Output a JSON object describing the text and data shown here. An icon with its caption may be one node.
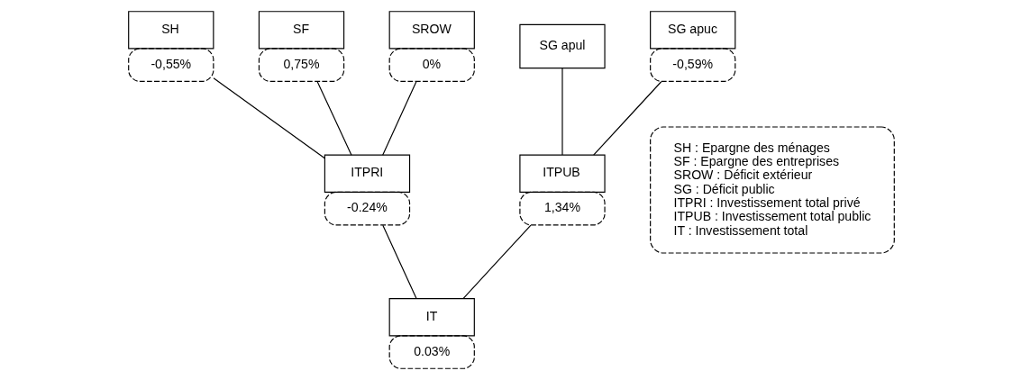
{
  "diagram": {
    "nodes": [
      {
        "text": [
          "SH"
        ],
        "beside": [
          "-0,55%"
        ]
      },
      {
        "text": [
          "SF"
        ],
        "beside": [
          "0,75%"
        ]
      },
      {
        "text": [
          "SROW"
        ],
        "beside": [
          "0%"
        ]
      },
      {
        "text": [
          "SG apul"
        ]
      },
      {
        "text": [
          "SG apuc"
        ],
        "beside": [
          "-0,59%"
        ]
      },
      {
        "text": [
          "SH : Epargne des ménages",
          "SF : Epargne des entreprises",
          "SROW : Déficit extérieur",
          "SG : Déficit public",
          "ITPRI : Investissement total privé",
          "ITPUB : Investissement total public",
          "IT : Investissement total"
        ]
      },
      {
        "text": [
          "ITPRI"
        ],
        "beside": [
          "-0.24%"
        ]
      },
      {
        "text": [
          "ITPUB"
        ],
        "beside": [
          "1,34%"
        ]
      },
      {
        "text": [
          "IT"
        ],
        "beside": [
          "0.03%"
        ]
      }
    ],
    "edges": [
      {
        "from": 0,
        "to": 6,
        "arrow": "none"
      },
      {
        "from": 1,
        "to": 6,
        "arrow": "none"
      },
      {
        "from": 2,
        "to": 6,
        "arrow": "none"
      },
      {
        "from": 3,
        "to": 7,
        "arrow": "none"
      },
      {
        "from": 4,
        "to": 7,
        "arrow": "none"
      },
      {
        "from": 6,
        "to": 8,
        "arrow": "none"
      },
      {
        "from": 7,
        "to": 8,
        "arrow": "none"
      }
    ]
  }
}
